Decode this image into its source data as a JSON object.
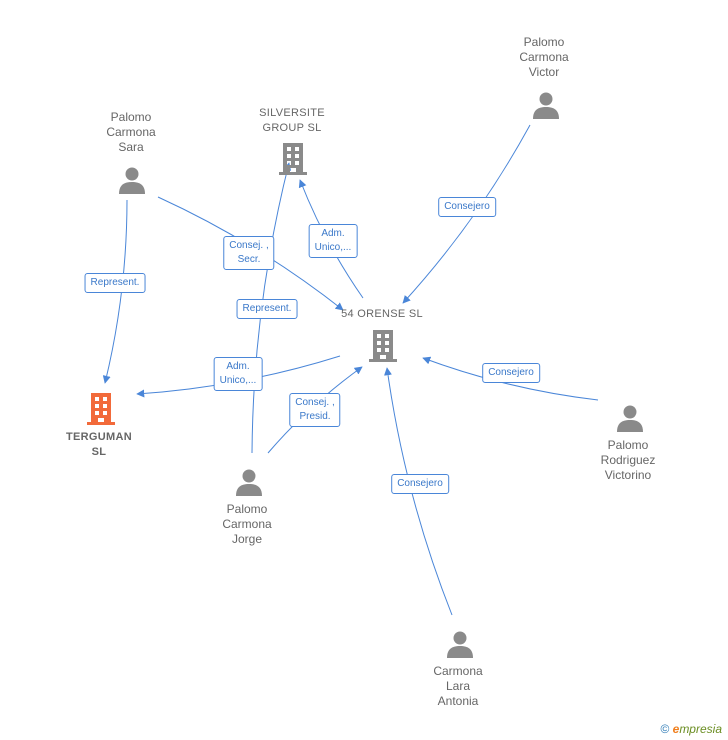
{
  "colors": {
    "edge": "#4a86d8",
    "person": "#8a8a8a",
    "company": "#8a8a8a",
    "target_company": "#f26a3a"
  },
  "nodes": [
    {
      "id": "terguman",
      "type": "company-target",
      "label": "TERGUMAN\nSL",
      "icon": "building-icon"
    },
    {
      "id": "silversite",
      "type": "company",
      "label": "SILVERSITE\nGROUP  SL",
      "icon": "building-icon"
    },
    {
      "id": "orense",
      "type": "company",
      "label": "54 ORENSE SL",
      "icon": "building-icon"
    },
    {
      "id": "sara",
      "type": "person",
      "label": "Palomo\nCarmona\nSara",
      "icon": "person-icon"
    },
    {
      "id": "victor",
      "type": "person",
      "label": "Palomo\nCarmona\nVictor",
      "icon": "person-icon"
    },
    {
      "id": "victorino",
      "type": "person",
      "label": "Palomo\nRodriguez\nVictorino",
      "icon": "person-icon"
    },
    {
      "id": "jorge",
      "type": "person",
      "label": "Palomo\nCarmona\nJorge",
      "icon": "person-icon"
    },
    {
      "id": "antonia",
      "type": "person",
      "label": "Carmona\nLara\nAntonia",
      "icon": "person-icon"
    }
  ],
  "edges": [
    {
      "from": "sara",
      "to": "terguman",
      "label": "Represent."
    },
    {
      "from": "sara",
      "to": "orense",
      "label": "Consej. ,\nSecr."
    },
    {
      "from": "orense",
      "to": "silversite",
      "label": "Adm.\nUnico,..."
    },
    {
      "from": "victor",
      "to": "orense",
      "label": "Consejero"
    },
    {
      "from": "jorge",
      "to": "silversite",
      "label": "Represent."
    },
    {
      "from": "orense",
      "to": "terguman",
      "label": "Adm.\nUnico,..."
    },
    {
      "from": "jorge",
      "to": "orense",
      "label": "Consej. ,\nPresid."
    },
    {
      "from": "victorino",
      "to": "orense",
      "label": "Consejero"
    },
    {
      "from": "antonia",
      "to": "orense",
      "label": "Consejero"
    }
  ],
  "footer": {
    "copyright": "©",
    "brand_initial": "e",
    "brand_rest": "mpresia"
  }
}
